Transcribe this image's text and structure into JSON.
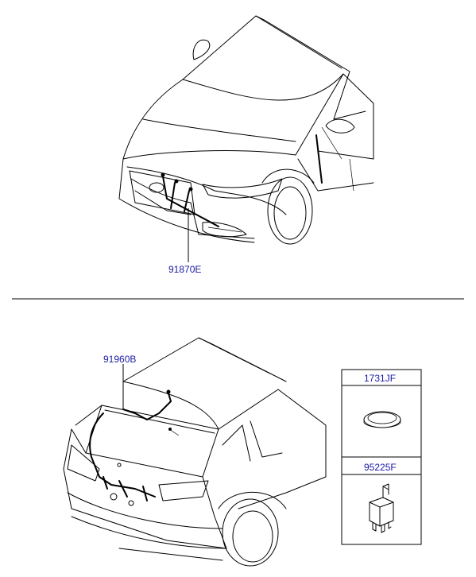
{
  "parts": {
    "front_harness": {
      "code": "91870E"
    },
    "tailgate_harness": {
      "code": "91960B"
    },
    "grommet": {
      "code": "1731JF"
    },
    "relay": {
      "code": "95225F"
    }
  },
  "colors": {
    "label": "#1a1aa6",
    "line": "#000000"
  },
  "icons": [
    "car-front-view",
    "car-rear-view",
    "grommet-icon",
    "relay-icon"
  ]
}
